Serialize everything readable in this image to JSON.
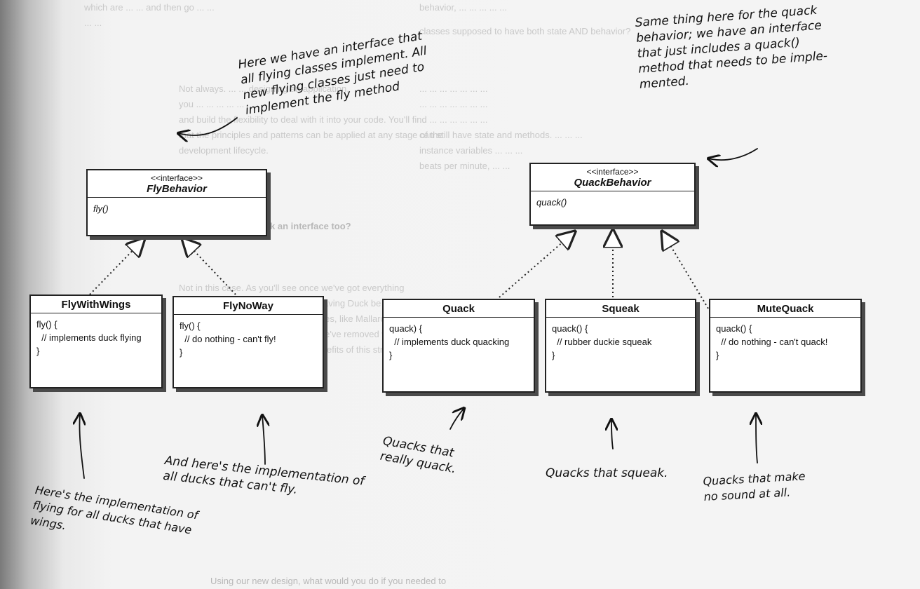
{
  "background_text": {
    "top_left": "which are ... ... and then go ... ...\n... ...",
    "top_right_1": "behavior, ... ... ... ... ...",
    "top_right_2": "classes supposed to have both state AND behavior?",
    "answer_block": "Not always. ... ... designing an application,\nyou ... ... ... ... ...\nand build the flexibility to deal with it into your code. You'll find\nthat the principles and patterns can be applied at any stage of the\ndevelopment lifecycle.",
    "right_block": "... ... ... ... ... ... ...\n... ... ... ... ... ... ...\n... ... ... ... ... ... ...\ncan still have state and methods. ... ... ...\ninstance variables ... ... ...\nbeats per minute, ... ...",
    "question": "Should we make Duck an interface too?",
    "answer2": "Not in this case. As you'll see once we've got everything\nhooked together, we do benefit by having Duck be a concrete\nclass and having specific duck classes, like MallardDuck, inherit common\nproperties and methods. Now that we've removed what varies from\nthe Duck inheritance, we get the benefits of this structure without\nthe problems.",
    "bottom_q": "Using our new design, what would you do if you needed to"
  },
  "boxes": {
    "fly_behavior": {
      "stereotype": "<<interface>>",
      "name": "FlyBehavior",
      "body": "fly()"
    },
    "quack_behavior": {
      "stereotype": "<<interface>>",
      "name": "QuackBehavior",
      "body": "quack()"
    },
    "fly_with_wings": {
      "name": "FlyWithWings",
      "body": "fly() {\n  // implements duck flying\n}"
    },
    "fly_no_way": {
      "name": "FlyNoWay",
      "body": "fly() {\n  // do nothing - can't fly!\n}"
    },
    "quack": {
      "name": "Quack",
      "body": "quack) {\n  // implements duck quacking\n}"
    },
    "squeak": {
      "name": "Squeak",
      "body": "quack() {\n  // rubber duckie squeak\n}"
    },
    "mute_quack": {
      "name": "MuteQuack",
      "body": "quack() {\n  // do nothing - can't quack!\n}"
    }
  },
  "notes": {
    "fly_interface": "Here we have an interface that\nall flying classes implement. All\nnew flying classes just need to\nimplement the fly method",
    "quack_interface": "Same thing here for the quack\nbehavior; we have an interface\nthat just includes a quack()\nmethod that needs to be imple-\nmented.",
    "fly_with_wings": "Here's the implementation of\nflying for all ducks that have\nwings.",
    "fly_no_way": "And here's the implementation of\nall ducks that can't fly.",
    "quack": "Quacks that\nreally quack.",
    "squeak": "Quacks that squeak.",
    "mute": "Quacks that make\nno sound at all."
  }
}
